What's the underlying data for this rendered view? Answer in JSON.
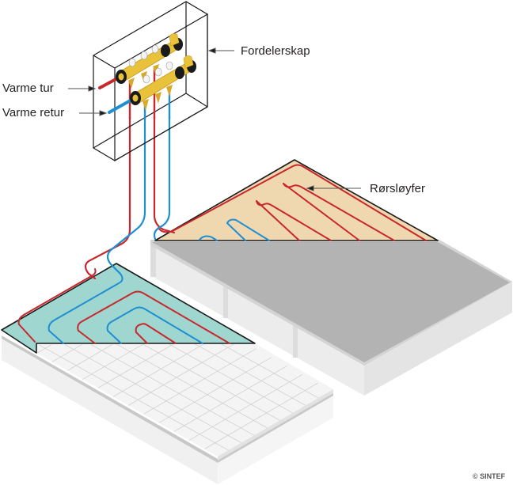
{
  "diagram": {
    "subject": "Underfloor water-based heating system",
    "labels": {
      "cabinet": "Fordelerskap",
      "supply": "Varme tur",
      "return": "Varme retur",
      "pipe_loops": "Rørsløyfer"
    },
    "copyright": "© SINTEF",
    "components": [
      {
        "id": "manifold-cabinet",
        "name": "Fordelerskap",
        "description": "Distribution cabinet containing supply and return manifolds"
      },
      {
        "id": "supply-pipe",
        "name": "Varme tur",
        "pipe_type": "supply"
      },
      {
        "id": "return-pipe",
        "name": "Varme retur",
        "pipe_type": "return"
      },
      {
        "id": "floor-left",
        "description": "Floor with pipe loops on insulation boards covered by tile"
      },
      {
        "id": "floor-right",
        "description": "Floor with pipe loops covered by screed/slab",
        "loops_label": "Rørsløyfer"
      }
    ],
    "colors": {
      "supply_pipe": "#c8282d",
      "return_pipe": "#1e8fd2",
      "manifold": "#e8c23a",
      "manifold_dark": "#c99a1c",
      "seal": "#1a1a1a",
      "left_board": "#9fd6cf",
      "right_board": "#efd7b0",
      "slab_top": "#b3b3b3",
      "slab_side": "#ececec",
      "tile": "#f4f4f4",
      "tile_grid": "#d0d0d0",
      "outline": "#1a1a1a",
      "leader": "#555555"
    }
  }
}
